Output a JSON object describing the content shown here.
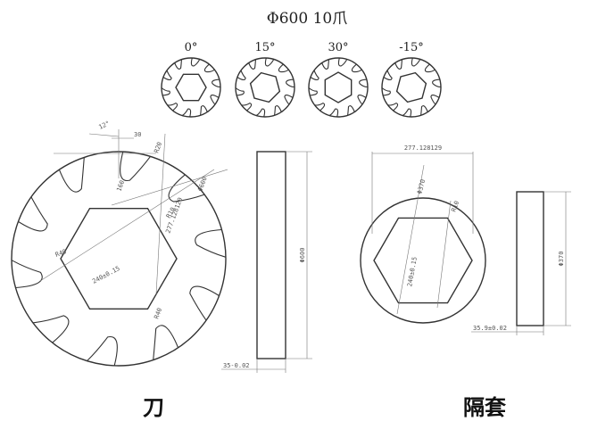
{
  "header": {
    "title": "Φ600  10爪"
  },
  "rotation_variants": [
    {
      "angle_label": "0°",
      "rotation_deg": 0
    },
    {
      "angle_label": "15°",
      "rotation_deg": 15
    },
    {
      "angle_label": "30°",
      "rotation_deg": 30
    },
    {
      "angle_label": "-15°",
      "rotation_deg": -15
    }
  ],
  "blade": {
    "caption": "刀",
    "claw_count": 10,
    "dimensions": {
      "top_angle": "12°",
      "top_offset": "30",
      "radius_note": "R20",
      "outer_diameter": "Φ600",
      "hex_across_flats": "277.128129",
      "hex_width": "240±0.15",
      "side_r1": "R40",
      "side_r2": "R40",
      "side_r3": "R10",
      "small_note": "160",
      "height": "Φ600",
      "thickness": "35-0.02"
    }
  },
  "spacer": {
    "caption": "隔套",
    "dimensions": {
      "hex_across_corners": "277.128129",
      "outer_diameter": "Φ370",
      "corner_note": "R10",
      "hex_width": "240±0.15",
      "height": "Φ370",
      "thickness": "35.9±0.02"
    }
  }
}
